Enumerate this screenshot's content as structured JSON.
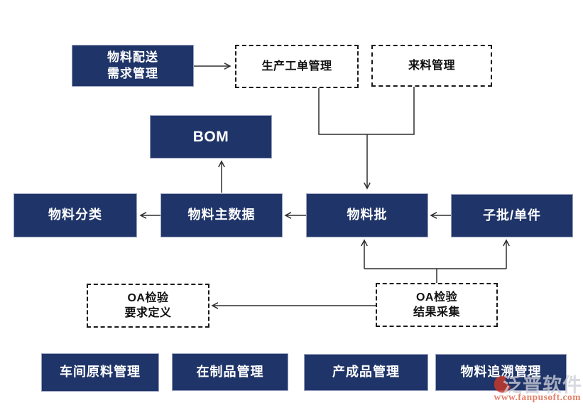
{
  "nodes": {
    "material_distribution_demand": {
      "line1": "物料配送",
      "line2": "需求管理"
    },
    "production_work_order": {
      "label": "生产工单管理"
    },
    "incoming_material": {
      "label": "来料管理"
    },
    "bom": {
      "label": "BOM"
    },
    "material_classification": {
      "label": "物料分类"
    },
    "material_master_data": {
      "label": "物料主数据"
    },
    "material_batch": {
      "label": "物料批"
    },
    "sub_batch_single_unit": {
      "label": "子批/单件"
    },
    "qa_inspection_requirement": {
      "line1": "OA检验",
      "line2": "要求定义"
    },
    "qa_inspection_result": {
      "line1": "OA检验",
      "line2": "结果采集"
    },
    "workshop_raw_material": {
      "label": "车间原料管理"
    },
    "wip_management": {
      "label": "在制品管理"
    },
    "finished_goods": {
      "label": "产成品管理"
    },
    "material_traceability": {
      "label": "物料追溯管理"
    }
  },
  "watermark": {
    "brand": "泛普软件",
    "url": "www.fanpusoft.com"
  },
  "colors": {
    "node_fill": "#1f3468",
    "node_text": "#ffffff",
    "node_border": "#9ba3c0",
    "dashed_border": "#1a1a1a",
    "connector": "#2e2e2e",
    "watermark_brand": "#cdd0d9",
    "watermark_url": "#e4806a",
    "logo_red": "#c8372a"
  }
}
